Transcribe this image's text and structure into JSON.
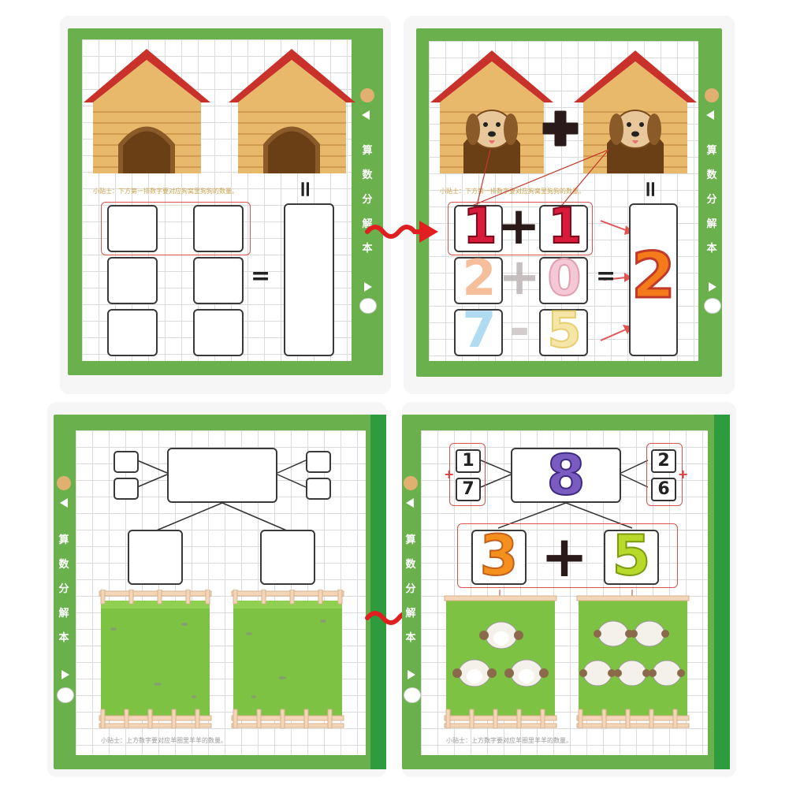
{
  "side_label": [
    "算",
    "数",
    "分",
    "解",
    "本"
  ],
  "panels": {
    "top_left": {
      "tip": "小贴士：下方第一排数字要对应狗窝里狗狗的数量。",
      "equal_top": "=",
      "equal_mid": "="
    },
    "top_right": {
      "tip": "小贴士：下方第一排数字要对应狗窝里狗狗的数量。",
      "equal_top": "=",
      "equal_mid": "=",
      "row1": [
        "1",
        "+",
        "1"
      ],
      "row2": [
        "2",
        "+",
        "0"
      ],
      "row3": [
        "7",
        "-",
        "5"
      ],
      "result": "2"
    },
    "bottom_left": {
      "tip": "小贴士：上方数字要对应羊圈里羊羊的数量。"
    },
    "bottom_right": {
      "tip": "小贴士：上方数字要对应羊圈里羊羊的数量。",
      "top": "8",
      "left_pair": [
        "1",
        "7"
      ],
      "right_pair": [
        "2",
        "6"
      ],
      "left_plus": "+",
      "right_plus": "+",
      "sum_left": "3",
      "sum_op": "+",
      "sum_right": "5"
    }
  },
  "colors": {
    "page_green": "#6ab04c",
    "grass": "#7dc242",
    "roof": "#c8322b",
    "wood": "#e8b96a",
    "arrow": "#e02020"
  }
}
